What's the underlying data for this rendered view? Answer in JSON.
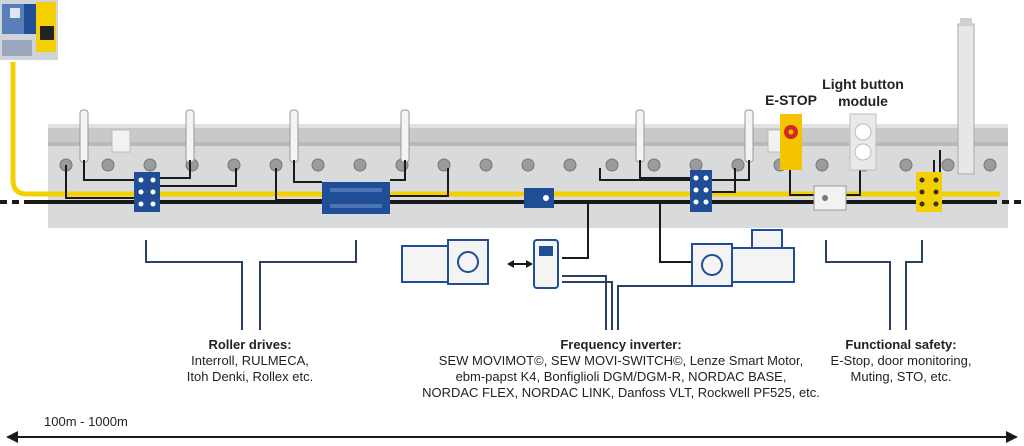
{
  "labels": {
    "estop": "E-STOP",
    "light_button_1": "Light button",
    "light_button_2": "module",
    "roller_drives": {
      "title": "Roller drives:",
      "lines": [
        "Interroll, RULMECA,",
        "Itoh Denki, Rollex etc."
      ]
    },
    "frequency_inverter": {
      "title": "Frequency inverter:",
      "lines": [
        "SEW MOVIMOT©, SEW MOVI-SWITCH©, Lenze Smart Motor,",
        "ebm-papst K4, Bonfiglioli DGM/DGM-R, NORDAC BASE,",
        "NORDAC FLEX, NORDAC LINK, Danfoss VLT, Rockwell PF525, etc."
      ]
    },
    "functional_safety": {
      "title": "Functional safety:",
      "lines": [
        "E-Stop, door monitoring,",
        "Muting, STO, etc."
      ]
    },
    "distance": "100m - 1000m"
  },
  "colors": {
    "cable_yellow": "#f5d000",
    "module_blue": "#1f4e96",
    "wire_dark": "#1a1a1a",
    "rail_grey": "#c8c9cb",
    "leader_blue": "#2a3f66",
    "estop_yellow": "#f5c400",
    "estop_red": "#d22a1e"
  },
  "icons": [
    "controller-icon",
    "io-module-icon",
    "frequency-inverter-icon",
    "gear-motor-icon",
    "estop-icon",
    "light-button-icon",
    "safety-module-icon",
    "stack-light-icon"
  ]
}
